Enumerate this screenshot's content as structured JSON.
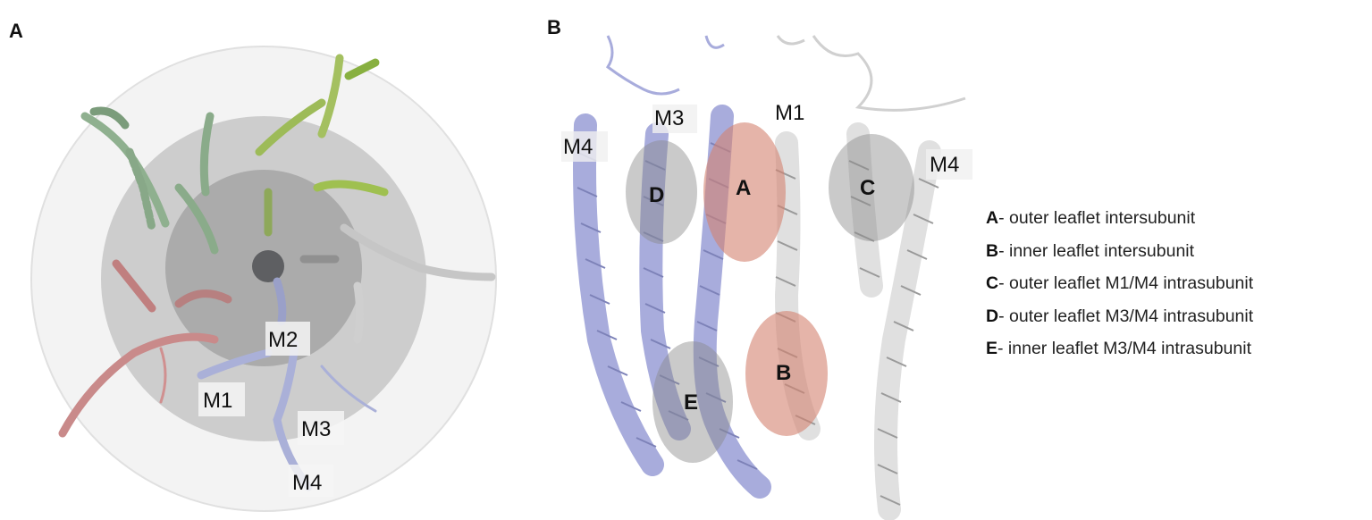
{
  "panels": {
    "a": {
      "letter": "A",
      "helix_labels": [
        "M1",
        "M2",
        "M3",
        "M4"
      ],
      "colors": {
        "outer_disc": "#f2f2f2",
        "inner_disc": "#c9c9c9",
        "core_disc": "#a9a9a9",
        "pore": "#5e5f62",
        "subunit_green_dark": "#8fb08f",
        "subunit_green_light": "#a4c060",
        "subunit_gray": "#cccccc",
        "subunit_blue": "#aab0d8",
        "subunit_red": "#c98a8a"
      }
    },
    "b": {
      "letter": "B",
      "helix_labels": [
        "M4",
        "M3",
        "M1",
        "M4"
      ],
      "site_labels": [
        "A",
        "B",
        "C",
        "D",
        "E"
      ],
      "colors": {
        "helix_blue": "#a8acdc",
        "helix_white": "#e2e2e2",
        "site_red": "#d4826f",
        "site_gray": "#9a9a9a"
      }
    }
  },
  "legend": [
    {
      "key": "A",
      "text": "- outer leaflet intersubunit"
    },
    {
      "key": "B",
      "text": "- inner leaflet intersubunit"
    },
    {
      "key": "C",
      "text": "- outer leaflet M1/M4 intrasubunit"
    },
    {
      "key": "D",
      "text": "- outer leaflet M3/M4 intrasubunit"
    },
    {
      "key": "E",
      "text": "- inner leaflet M3/M4 intrasubunit"
    }
  ]
}
